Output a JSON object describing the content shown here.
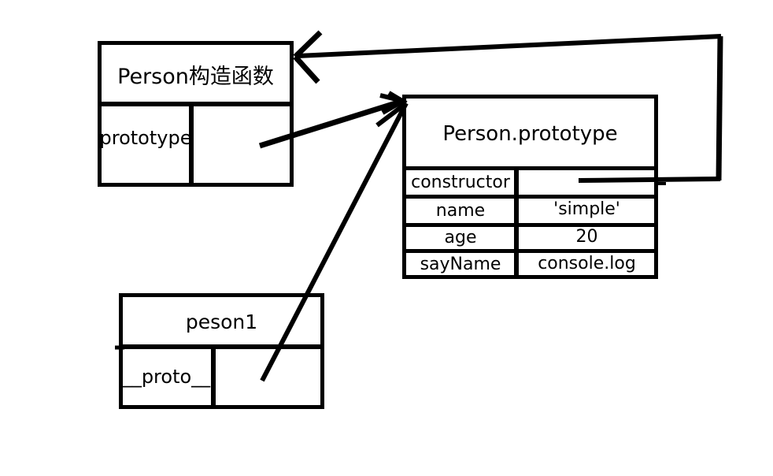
{
  "diagram": {
    "title_text": "JavaScript prototype chain diagram",
    "stroke_color": "#000000",
    "background_color": "#ffffff",
    "nodes": {
      "person_constructor": {
        "title": "Person构造函数",
        "rows": [
          {
            "key": "prototype",
            "value": ""
          }
        ]
      },
      "person_prototype": {
        "title": "Person.prototype",
        "rows": [
          {
            "key": "constructor",
            "value": ""
          },
          {
            "key": "name",
            "value": "'simple'"
          },
          {
            "key": "age",
            "value": "20"
          },
          {
            "key": "sayName",
            "value": "console.log"
          }
        ]
      },
      "peson1": {
        "title": "peson1",
        "rows": [
          {
            "key": "__proto__",
            "value": ""
          }
        ]
      }
    },
    "connections": [
      {
        "name": "prototype-to-person-prototype",
        "from": "person_constructor.prototype value cell",
        "to": "person_prototype box left edge",
        "arrow": "single"
      },
      {
        "name": "proto-to-person-prototype",
        "from": "peson1.__proto__ value cell",
        "to": "person_prototype box left edge",
        "arrow": "single"
      },
      {
        "name": "constructor-to-person",
        "from": "person_prototype.constructor value cell",
        "to": "person_constructor box top-right",
        "arrow": "single"
      }
    ]
  }
}
